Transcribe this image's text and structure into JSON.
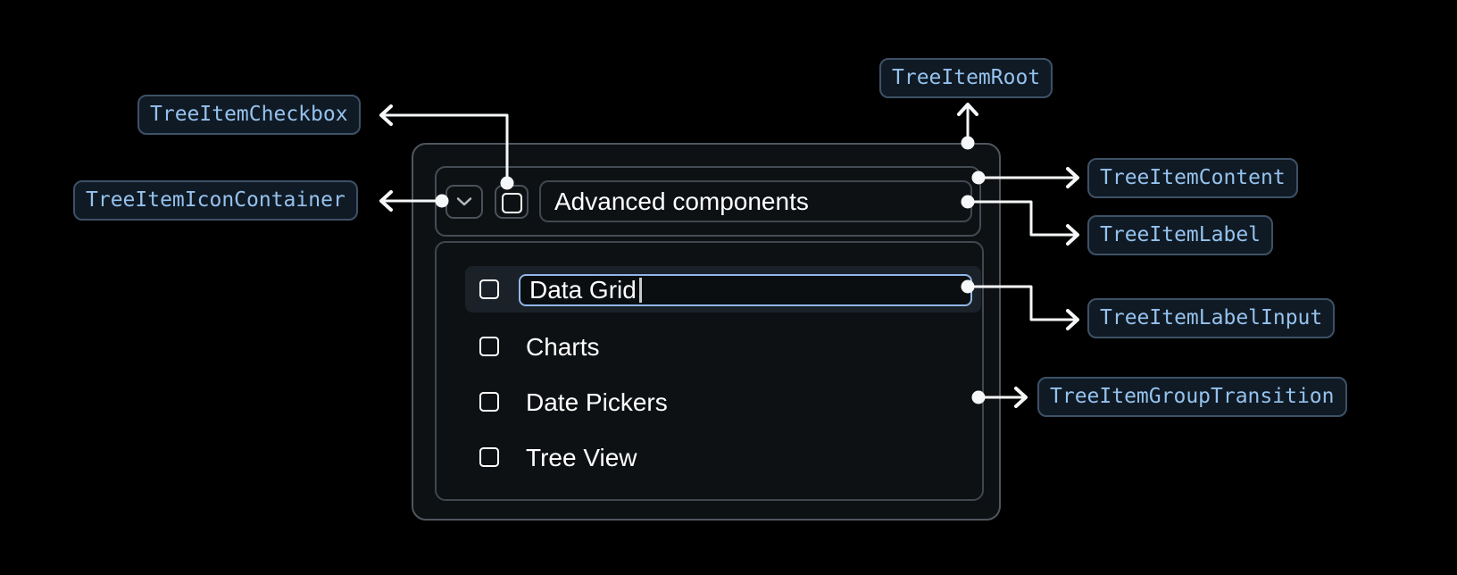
{
  "colors": {
    "canvas-bg": "#000000",
    "panel-bg": "#0e1114",
    "panel-border": "#4f565e",
    "inner-border": "#454c54",
    "muted-border": "#40474f",
    "button-border": "#4a515a",
    "row-highlight": "#1b2129",
    "input-border": "#8fb7e6",
    "input-bg": "#0b0e11",
    "badge-bg": "#101a24",
    "badge-border": "#3d5166",
    "badge-text": "#95c2ee",
    "connector": "#f5f7f9",
    "text": "#ffffff",
    "chevron": "#b3bac2",
    "caret": "#c7cacd"
  },
  "annotations": {
    "root": "TreeItemRoot",
    "checkbox": "TreeItemCheckbox",
    "icon_container": "TreeItemIconContainer",
    "content": "TreeItemContent",
    "label": "TreeItemLabel",
    "label_input": "TreeItemLabelInput",
    "group_transition": "TreeItemGroupTransition"
  },
  "tree": {
    "parent": {
      "label": "Advanced components",
      "expanded": true,
      "checked": false
    },
    "editing_item": {
      "value": "Data Grid",
      "checked": false
    },
    "children": [
      {
        "label": "Charts",
        "checked": false
      },
      {
        "label": "Date Pickers",
        "checked": false
      },
      {
        "label": "Tree View",
        "checked": false
      }
    ]
  },
  "icons": {
    "expand": "chevron-down-icon",
    "checkbox": "checkbox-unchecked-icon",
    "anchor": "anchor-dot",
    "arrow_styles": [
      "arrow-left-icon",
      "arrow-up-icon",
      "arrow-right-icon"
    ]
  }
}
